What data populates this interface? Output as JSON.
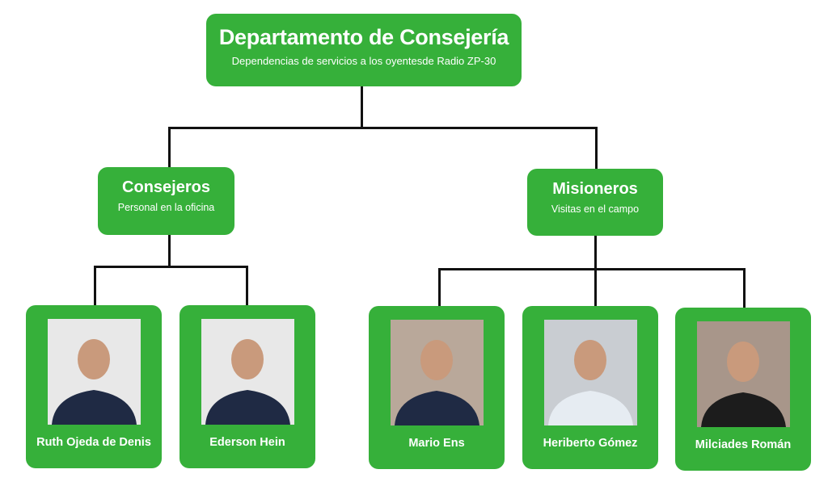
{
  "root": {
    "title": "Departamento de Consejería",
    "subtitle": "Dependencias de servicios a los oyentesde Radio ZP-30"
  },
  "groups": [
    {
      "title": "Consejeros",
      "subtitle": "Personal en la oficina"
    },
    {
      "title": "Misioneros",
      "subtitle": "Visitas en el campo"
    }
  ],
  "people": [
    {
      "name": "Ruth Ojeda de Denis",
      "group": "Consejeros"
    },
    {
      "name": "Ederson Hein",
      "group": "Consejeros"
    },
    {
      "name": "Mario Ens",
      "group": "Misioneros"
    },
    {
      "name": "Heriberto Gómez",
      "group": "Misioneros"
    },
    {
      "name": "Milciades Román",
      "group": "Misioneros"
    }
  ],
  "colors": {
    "box": "#36b03a",
    "line": "#111111"
  }
}
